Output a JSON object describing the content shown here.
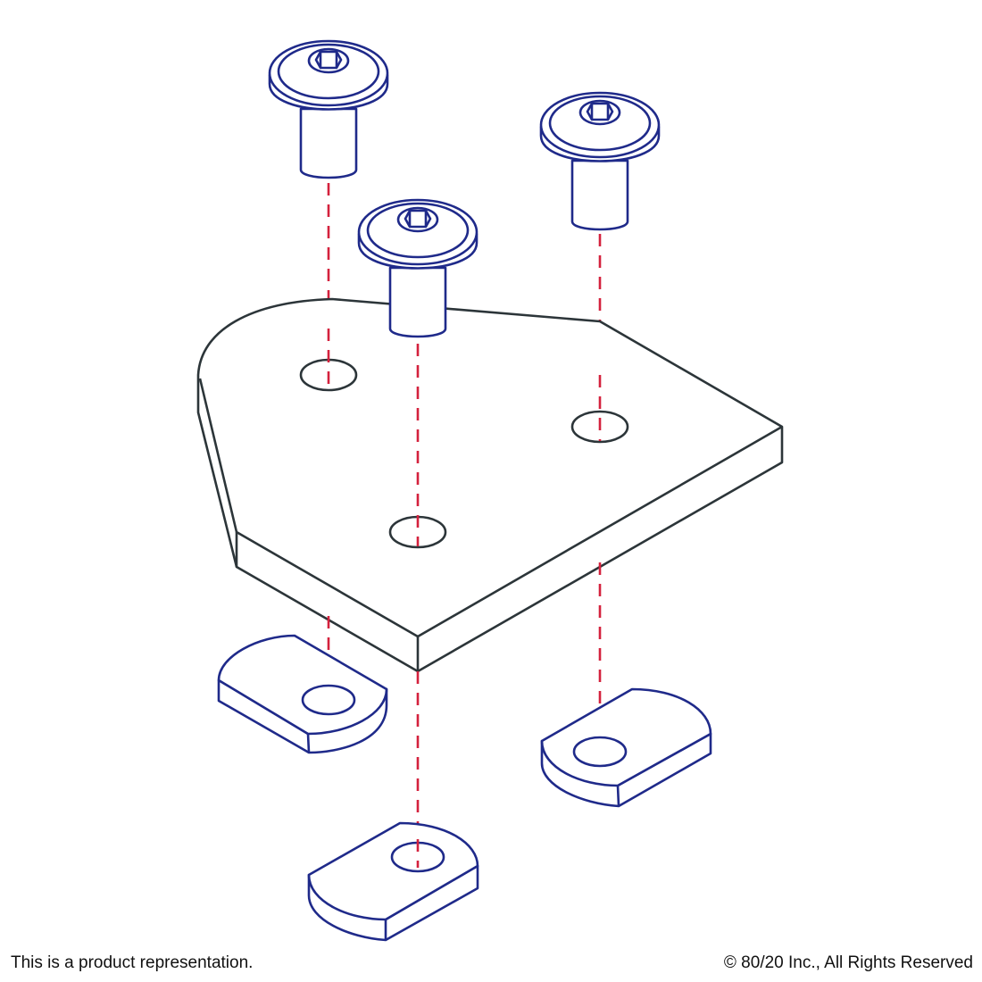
{
  "footer": {
    "disclaimer": "This is a product representation.",
    "copyright": "© 80/20 Inc., All Rights Reserved"
  },
  "colors": {
    "plate_stroke": "#2c3539",
    "hardware_stroke": "#1f2a8a",
    "axis_dash": "#d4213d",
    "background": "#ffffff"
  },
  "diagram": {
    "plate": "gusset-plate",
    "fasteners": [
      "button-head-socket-cap-screw",
      "button-head-socket-cap-screw",
      "button-head-socket-cap-screw"
    ],
    "nuts": [
      "drop-in-t-nut",
      "drop-in-t-nut",
      "drop-in-t-nut"
    ]
  }
}
